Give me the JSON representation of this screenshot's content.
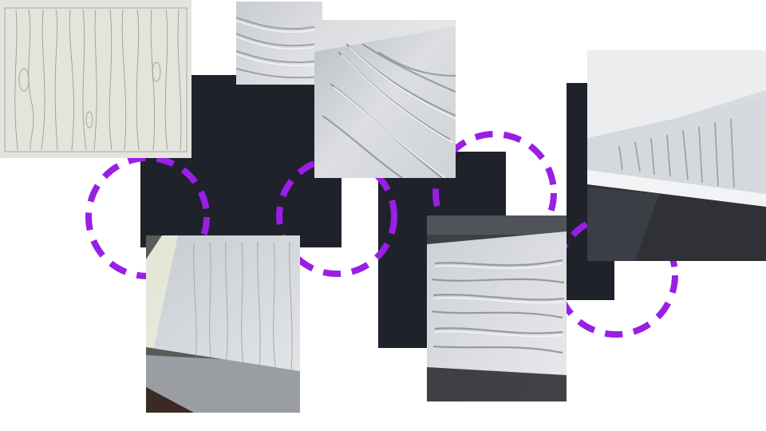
{
  "colors": {
    "background": "#ffffff",
    "dark_block": "#1f222b",
    "accent_circle": "#9a1ee6",
    "paper": "#e4e4dd",
    "plaster": "#d8dadd",
    "plaster_shadow": "#9aa0a8"
  },
  "photos": [
    {
      "name": "photo-woodgrain-drawing"
    },
    {
      "name": "photo-carved-closeup"
    },
    {
      "name": "photo-carved-panel-angled"
    },
    {
      "name": "photo-tracing-on-panel"
    },
    {
      "name": "photo-finished-panel-table"
    },
    {
      "name": "photo-panel-side-view"
    }
  ]
}
